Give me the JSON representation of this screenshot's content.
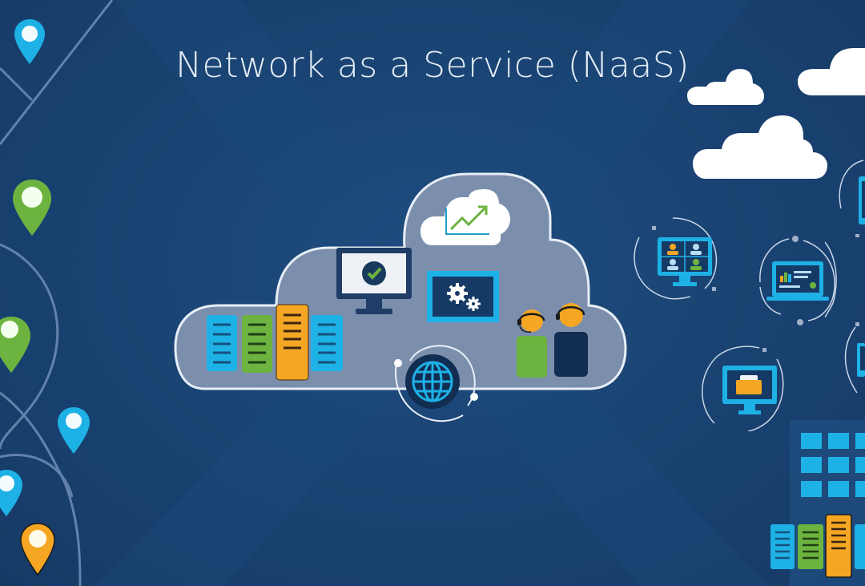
{
  "header": {
    "title": "Network as a Service (NaaS)"
  },
  "colors": {
    "background": "#1a4474",
    "cloud_fill": "#7b8fad",
    "cloud_stroke": "#dfe8f3",
    "blue": "#1eb1e6",
    "green": "#6db33f",
    "orange": "#f5a623",
    "navy": "#122d52",
    "white": "#ffffff"
  },
  "main_cloud": {
    "elements": [
      {
        "name": "server-rack-blue",
        "color": "#1eb1e6"
      },
      {
        "name": "server-rack-green",
        "color": "#6db33f"
      },
      {
        "name": "server-rack-orange",
        "color": "#f5a623"
      },
      {
        "name": "server-rack-blue-2",
        "color": "#1eb1e6"
      },
      {
        "name": "monitor-checkmark"
      },
      {
        "name": "gears-screen"
      },
      {
        "name": "analytics-chart-cloud"
      },
      {
        "name": "support-agent-green"
      },
      {
        "name": "support-agent-navy"
      },
      {
        "name": "globe"
      }
    ]
  },
  "location_pins": [
    {
      "color": "#1eb1e6"
    },
    {
      "color": "#6db33f"
    },
    {
      "color": "#6db33f"
    },
    {
      "color": "#1eb1e6"
    },
    {
      "color": "#1eb1e6"
    },
    {
      "color": "#f5a623"
    }
  ],
  "device_nodes": [
    {
      "name": "video-conference-monitor"
    },
    {
      "name": "dashboard-laptop"
    },
    {
      "name": "email-monitor"
    }
  ]
}
